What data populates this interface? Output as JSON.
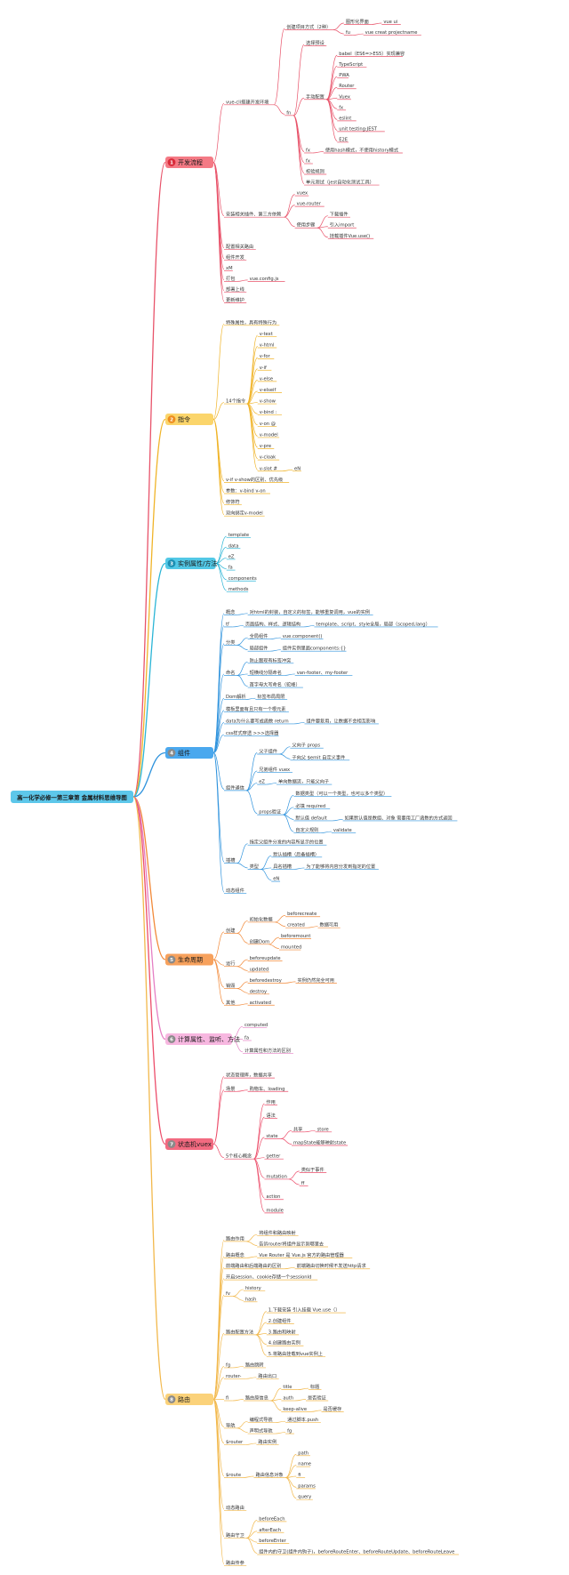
{
  "root": "高一化学必修一第三章第 金属材料思维导图",
  "branches": [
    {
      "label": "开发流程",
      "num": "1",
      "color": "#e8536a",
      "fill": "#f47a85",
      "numfill": "#d92b3a",
      "children": [
        {
          "label": "vue-cli搭建开发环境",
          "children": [
            {
              "label": "创建项目方式（2种）",
              "children": [
                {
                  "label": "图形化界面",
                  "children": [
                    {
                      "label": "vue ui"
                    }
                  ]
                },
                {
                  "label": "fu",
                  "children": [
                    {
                      "label": "vue creat projectname"
                    }
                  ]
                }
              ]
            },
            {
              "label": "fn",
              "children": [
                {
                  "label": "选择预设"
                },
                {
                  "label": "手动配置",
                  "children": [
                    {
                      "label": "babel（ES6=>ES5）实现兼容"
                    },
                    {
                      "label": "TypeScript"
                    },
                    {
                      "label": "PWA"
                    },
                    {
                      "label": "Router"
                    },
                    {
                      "label": "Vuex"
                    },
                    {
                      "label": "fx"
                    },
                    {
                      "label": "eslint"
                    },
                    {
                      "label": "unit testing:JEST"
                    },
                    {
                      "label": "E2E"
                    }
                  ]
                },
                {
                  "label": "fx",
                  "children": [
                    {
                      "label": "使用hash模式，不使用history模式"
                    }
                  ]
                },
                {
                  "label": "fx"
                },
                {
                  "label": "校验规则"
                },
                {
                  "label": "单元测试（jest自动化测试工具）"
                }
              ]
            }
          ]
        },
        {
          "label": "安装相关插件、第三方依赖",
          "children": [
            {
              "label": "vuex"
            },
            {
              "label": "vue-router"
            },
            {
              "label": "使用步骤",
              "children": [
                {
                  "label": "下载插件"
                },
                {
                  "label": "引入import"
                },
                {
                  "label": "挂载插件Vue.use()"
                }
              ]
            }
          ]
        },
        {
          "label": "配置相关路由"
        },
        {
          "label": "组件开发"
        },
        {
          "label": "xM"
        },
        {
          "label": "打包",
          "children": [
            {
              "label": "vue.config.js"
            }
          ]
        },
        {
          "label": "部署上线"
        },
        {
          "label": "更新维护"
        }
      ]
    },
    {
      "label": "指令",
      "num": "2",
      "color": "#f0b429",
      "fill": "#fbd56b",
      "numfill": "#ee8c1d",
      "children": [
        {
          "label": "特殊属性，具有特殊行为"
        },
        {
          "label": "14个指令",
          "children": [
            {
              "label": "v-text"
            },
            {
              "label": "v-html"
            },
            {
              "label": "v-for"
            },
            {
              "label": "v-if"
            },
            {
              "label": "v-else"
            },
            {
              "label": "v-elseif"
            },
            {
              "label": "v-show"
            },
            {
              "label": "v-bind :"
            },
            {
              "label": "v-on @"
            },
            {
              "label": "v-model"
            },
            {
              "label": "v-pre"
            },
            {
              "label": "v-cloak"
            },
            {
              "label": "v-slot #",
              "children": [
                {
                  "label": "eN"
                }
              ]
            }
          ]
        },
        {
          "label": "v-if v-show的区别、优先级"
        },
        {
          "label": "参数：v-bind v-on"
        },
        {
          "label": "修饰符"
        },
        {
          "label": "双向绑定v-model"
        }
      ]
    },
    {
      "label": "实例属性/方法",
      "num": "3",
      "color": "#2bb5d6",
      "fill": "#52c8e6",
      "numfill": "#1c8fb3",
      "children": [
        {
          "label": "template"
        },
        {
          "label": "data"
        },
        {
          "label": "eZ"
        },
        {
          "label": "fa"
        },
        {
          "label": "components"
        },
        {
          "label": "methods"
        }
      ]
    },
    {
      "label": "组件",
      "num": "4",
      "color": "#2f93dd",
      "fill": "#4aa8ee",
      "numfill": "#8a8a8a",
      "children": [
        {
          "label": "概念",
          "children": [
            {
              "label": "对html的封装，自定义的标签，能够重复调用，vue的实例"
            }
          ]
        },
        {
          "label": "tf",
          "children": [
            {
              "label": "页面结构、样式、逻辑结构",
              "children": [
                {
                  "label": "template、script、style全局，局部（scoped,lang）"
                }
              ]
            }
          ]
        },
        {
          "label": "分类",
          "children": [
            {
              "label": "全局组件",
              "children": [
                {
                  "label": "vue.component()"
                }
              ]
            },
            {
              "label": "局部组件",
              "children": [
                {
                  "label": "组件实例里面components:{}"
                }
              ]
            }
          ]
        },
        {
          "label": "命名",
          "children": [
            {
              "label": "防止跟现有标签冲突"
            },
            {
              "label": "短横线分隔命名",
              "children": [
                {
                  "label": "van-footer、my-footer"
                }
              ]
            },
            {
              "label": "首字母大写命名（驼峰）"
            }
          ]
        },
        {
          "label": "Dom解析",
          "children": [
            {
              "label": "标签布局局限"
            }
          ]
        },
        {
          "label": "模板里面有且只有一个根元素"
        },
        {
          "label": "data为什么要写成函数 return",
          "children": [
            {
              "label": "组件要复用，让数据不会相互影响"
            }
          ]
        },
        {
          "label": "css样式穿透 >>>选择器"
        },
        {
          "label": "组件通信",
          "children": [
            {
              "label": "父子组件",
              "children": [
                {
                  "label": "父向子 props"
                },
                {
                  "label": "子向父 $emit 自定义事件"
                }
              ]
            },
            {
              "label": "兄弟组件 vuex"
            },
            {
              "label": "eZ",
              "children": [
                {
                  "label": "单向数据流，只能父向子"
                }
              ]
            },
            {
              "label": "props验证",
              "children": [
                {
                  "label": "数据类型（可以一个类型，也可以多个类型）"
                },
                {
                  "label": "必填 required"
                },
                {
                  "label": "默认值 default",
                  "children": [
                    {
                      "label": "如果默认值是数组、对象 需要用工厂函数的方式返回"
                    }
                  ]
                },
                {
                  "label": "自定义规则",
                  "children": [
                    {
                      "label": "validate"
                    }
                  ]
                }
              ]
            }
          ]
        },
        {
          "label": "插槽",
          "children": [
            {
              "label": "指定父组件分发的内容所显示的位置"
            },
            {
              "label": "类型",
              "children": [
                {
                  "label": "默认插槽（后备插槽）"
                },
                {
                  "label": "具名插槽",
                  "children": [
                    {
                      "label": "为了能够将内容分发到指定的位置"
                    }
                  ]
                },
                {
                  "label": "eN"
                }
              ]
            }
          ]
        },
        {
          "label": "动态组件"
        }
      ]
    },
    {
      "label": "生命周期",
      "num": "5",
      "color": "#f28a3a",
      "fill": "#f7a15c",
      "numfill": "#8a8a8a",
      "children": [
        {
          "label": "创建",
          "children": [
            {
              "label": "初始化数据",
              "children": [
                {
                  "label": "beforecreate"
                },
                {
                  "label": "created",
                  "children": [
                    {
                      "label": "数据可用"
                    }
                  ]
                }
              ]
            },
            {
              "label": "创建Dom",
              "children": [
                {
                  "label": "beforemount"
                },
                {
                  "label": "mounted"
                }
              ]
            }
          ]
        },
        {
          "label": "运行",
          "children": [
            {
              "label": "beforeupdate"
            },
            {
              "label": "updated"
            }
          ]
        },
        {
          "label": "销毁",
          "children": [
            {
              "label": "beforedestroy",
              "children": [
                {
                  "label": "实例仍然完全可用"
                }
              ]
            },
            {
              "label": "destroy"
            }
          ]
        },
        {
          "label": "其他",
          "children": [
            {
              "label": "activated"
            }
          ]
        }
      ]
    },
    {
      "label": "计算属性、监听、方法",
      "num": "6",
      "color": "#e57fc4",
      "fill": "#f7b7e0",
      "numfill": "#8a8a8a",
      "children": [
        {
          "label": "computed"
        },
        {
          "label": "fa"
        },
        {
          "label": "计算属性和方法的区别"
        }
      ]
    },
    {
      "label": "状态机vuex",
      "num": "7",
      "color": "#ec4d6a",
      "fill": "#f26a80",
      "numfill": "#8a8a8a",
      "children": [
        {
          "label": "状态管理库，数据共享"
        },
        {
          "label": "场景",
          "children": [
            {
              "label": "购物车、loading"
            }
          ]
        },
        {
          "label": "5个核心概念",
          "children": [
            {
              "label": "作用"
            },
            {
              "label": "语法"
            },
            {
              "label": "state",
              "children": [
                {
                  "label": "共享",
                  "children": [
                    {
                      "label": "store"
                    }
                  ]
                },
                {
                  "label": "mapState能够映射state"
                }
              ]
            },
            {
              "label": "getter"
            },
            {
              "label": "mutation",
              "children": [
                {
                  "label": "类似于事件"
                },
                {
                  "label": "ff"
                }
              ]
            },
            {
              "label": "action"
            },
            {
              "label": "module"
            }
          ]
        }
      ]
    },
    {
      "label": "路由",
      "num": "8",
      "color": "#f2b84b",
      "fill": "#fbd27a",
      "numfill": "#8a8a8a",
      "children": [
        {
          "label": "路由作用",
          "children": [
            {
              "label": "将组件和路由映射"
            },
            {
              "label": "告诉router将组件显示到哪里去"
            }
          ]
        },
        {
          "label": "路由概念",
          "children": [
            {
              "label": "Vue Router 是 Vue.js 官方的路由管理器"
            }
          ]
        },
        {
          "label": "前端路由和后端路由的区别",
          "children": [
            {
              "label": "前端路由切换时候不发送http请求"
            }
          ]
        },
        {
          "label": "开启session、cookie存储一个sessionId"
        },
        {
          "label": "fv",
          "children": [
            {
              "label": "history"
            },
            {
              "label": "hash"
            }
          ]
        },
        {
          "label": "路由配置方法",
          "children": [
            {
              "label": "1.下载安装 引入挂载 Vue.use（）"
            },
            {
              "label": "2.创建组件"
            },
            {
              "label": "3.路由和映射"
            },
            {
              "label": "4.创建路由实例"
            },
            {
              "label": "5.将路由挂载到vue实例上"
            }
          ]
        },
        {
          "label": "fg",
          "children": [
            {
              "label": "路由跳转"
            }
          ]
        },
        {
          "label": "router-",
          "children": [
            {
              "label": "路由出口"
            }
          ]
        },
        {
          "label": "fi",
          "children": [
            {
              "label": "路由原信息",
              "children": [
                {
                  "label": "title",
                  "children": [
                    {
                      "label": "标题"
                    }
                  ]
                },
                {
                  "label": "auth",
                  "children": [
                    {
                      "label": "是否验证"
                    }
                  ]
                },
                {
                  "label": "keep-alive",
                  "children": [
                    {
                      "label": "是否缓存"
                    }
                  ]
                }
              ]
            }
          ]
        },
        {
          "label": "导航",
          "children": [
            {
              "label": "编程式导航",
              "children": [
                {
                  "label": "通过脚本.push"
                }
              ]
            },
            {
              "label": "声明式导航",
              "children": [
                {
                  "label": "fg"
                }
              ]
            }
          ]
        },
        {
          "label": "$router",
          "children": [
            {
              "label": "路由实例"
            }
          ]
        },
        {
          "label": "$route",
          "children": [
            {
              "label": "路由信息对象",
              "children": [
                {
                  "label": "path"
                },
                {
                  "label": "name"
                },
                {
                  "label": "fi"
                },
                {
                  "label": "params"
                },
                {
                  "label": "query"
                }
              ]
            }
          ]
        },
        {
          "label": "动态路由"
        },
        {
          "label": "路由守卫",
          "children": [
            {
              "label": "beforeEach"
            },
            {
              "label": "afterEach"
            },
            {
              "label": "beforeEnter"
            },
            {
              "label": "组件内的守卫(组件内钩子)，beforeRouteEnter、beforeRouteUpdate、beforeRouteLeave"
            }
          ]
        },
        {
          "label": "路由传参"
        }
      ]
    }
  ]
}
